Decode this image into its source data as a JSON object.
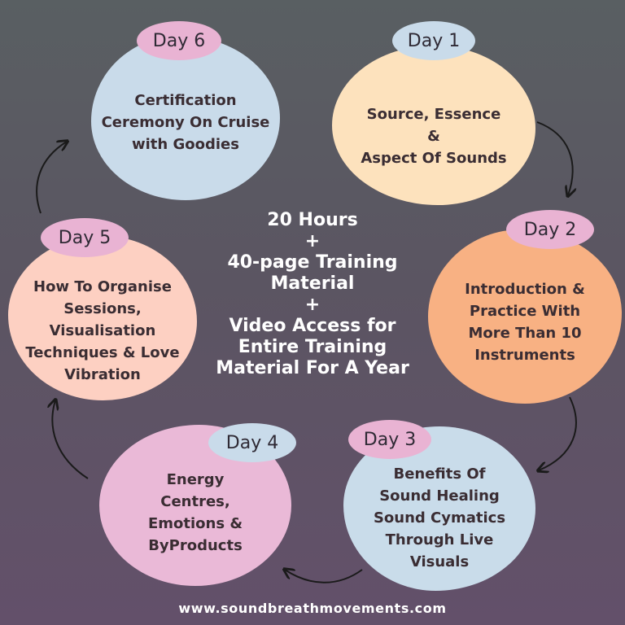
{
  "days": [
    {
      "label": "Day 1",
      "lines": [
        "Source, Essence",
        "&",
        "Aspect Of Sounds"
      ]
    },
    {
      "label": "Day 2",
      "lines": [
        "Introduction &",
        "Practice With",
        "More Than 10",
        "Instruments"
      ]
    },
    {
      "label": "Day 3",
      "lines": [
        "Benefits Of",
        "Sound Healing",
        "Sound Cymatics",
        "Through Live",
        "Visuals"
      ]
    },
    {
      "label": "Day 4",
      "lines": [
        "Energy",
        "Centres,",
        "Emotions &",
        "ByProducts"
      ]
    },
    {
      "label": "Day 5",
      "lines": [
        "How To Organise",
        "Sessions,",
        "Visualisation",
        "Techniques & Love",
        "Vibration"
      ]
    },
    {
      "label": "Day 6",
      "lines": [
        "Certification",
        "Ceremony On Cruise",
        "with Goodies"
      ]
    }
  ],
  "center": [
    "20 Hours",
    "+",
    "40-page Training",
    "Material",
    "+",
    "Video Access for",
    "Entire Training",
    "Material For A Year"
  ],
  "footer": "www.soundbreathmovements.com",
  "colors": {
    "day1_blob": "#fde2bd",
    "day2_blob": "#f8b183",
    "day3_blob": "#c9dcea",
    "day4_blob": "#eab9d7",
    "day5_blob": "#fdd0c2",
    "day6_blob": "#c9dbea",
    "pill_pink": "#e9b3d3",
    "pill_blue": "#c9dbea",
    "text_dark": "#3a2d33",
    "arrow": "#1a1a1a"
  }
}
